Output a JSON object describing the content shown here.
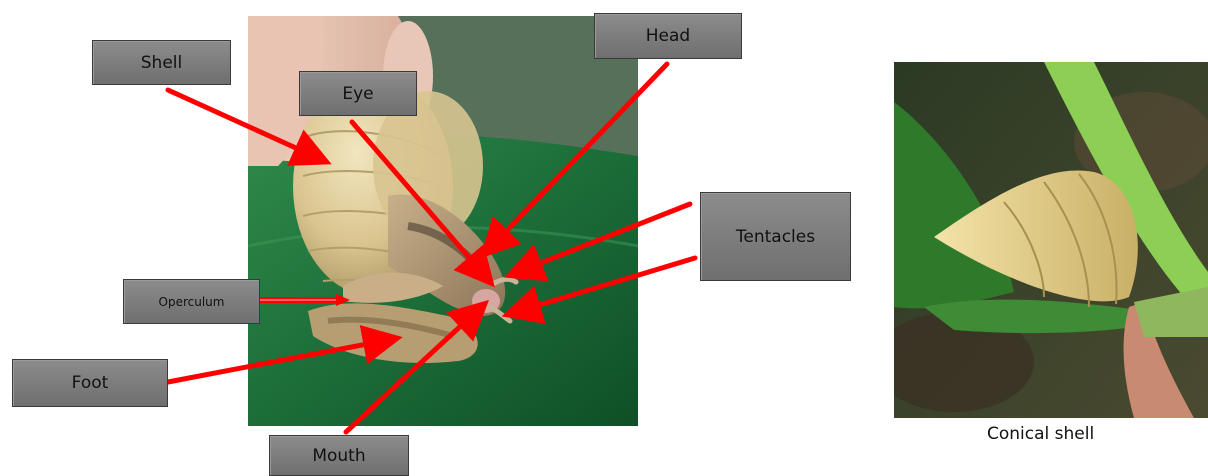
{
  "labels": {
    "shell": "Shell",
    "eye": "Eye",
    "head": "Head",
    "tentacles": "Tentacles",
    "operculum": "Operculum",
    "foot": "Foot",
    "mouth": "Mouth"
  },
  "caption": "Conical shell",
  "colors": {
    "arrow": "#ff0000",
    "label_fill": "#7f7f7f",
    "leaf_green": "#1f7a3a"
  }
}
